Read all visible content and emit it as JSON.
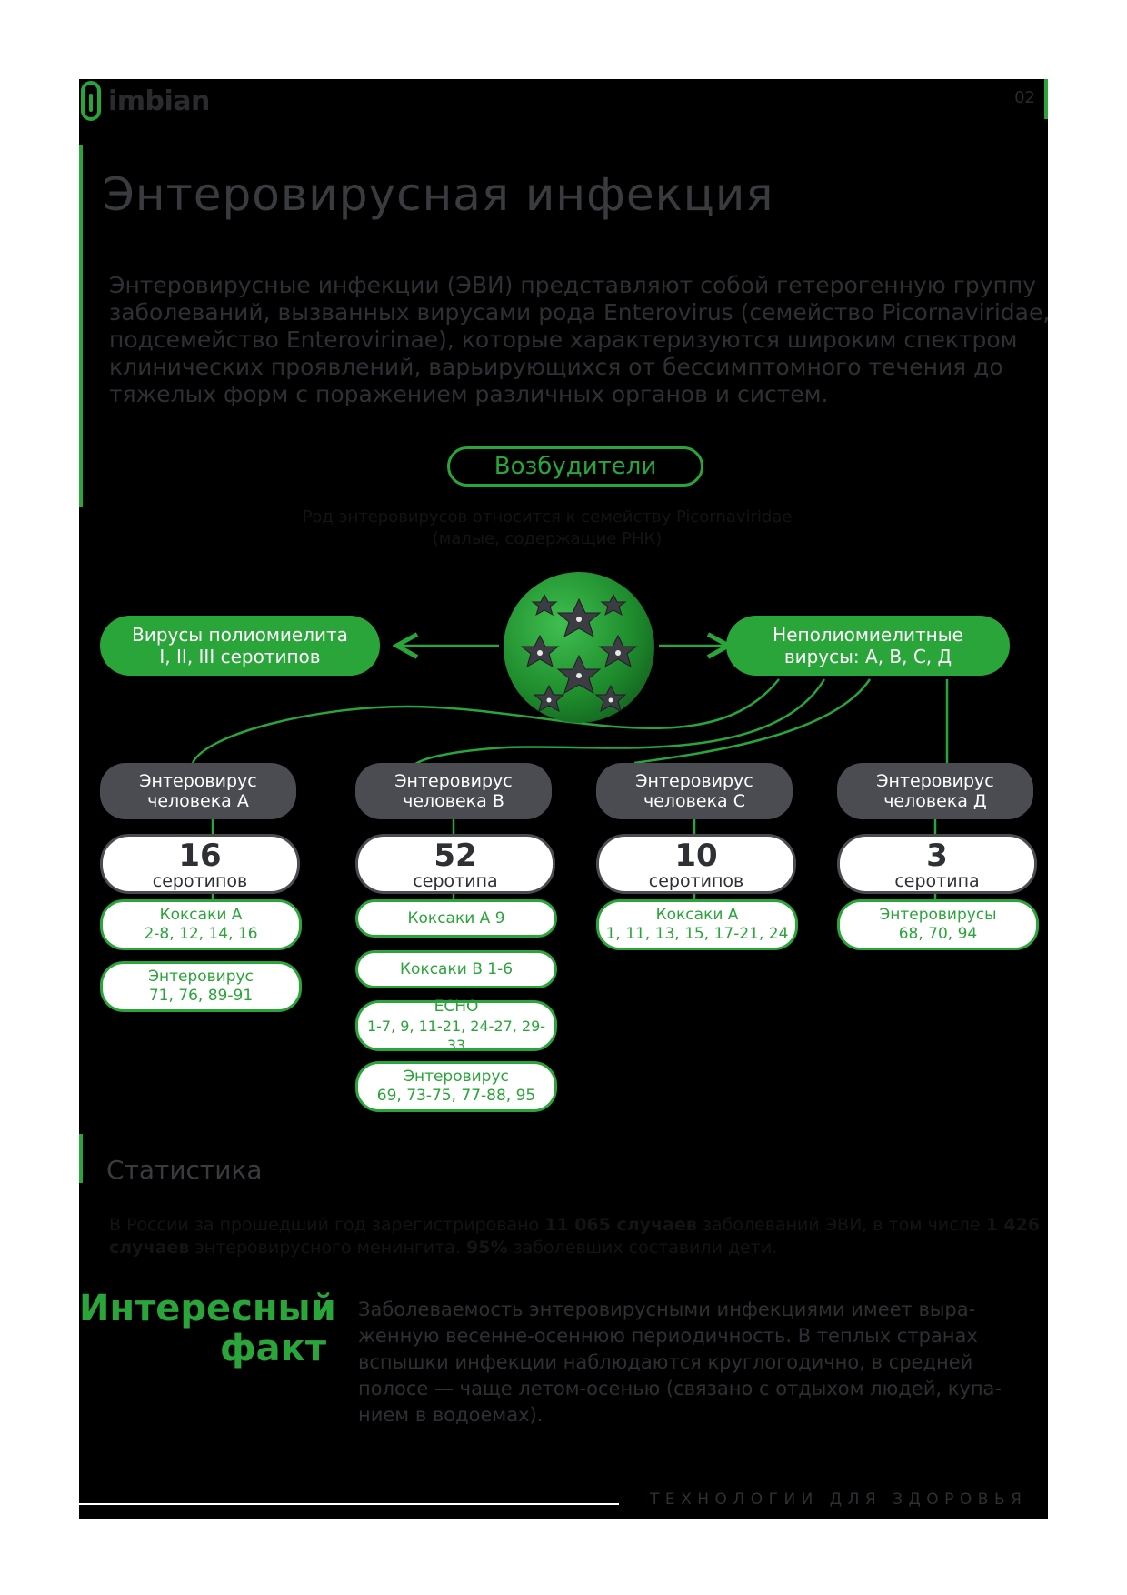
{
  "header": {
    "logo_text": "imbian",
    "page_number": "02"
  },
  "title": "Энтеровирусная инфекция",
  "intro": "Энтеровирусные инфекции (ЭВИ) представляют собой гетерогенную группу заболеваний, вызванных вирусами рода Enterovirus (семейство Picornaviridae, подсемейство Enterovirinae), которые характеризуются широким спектром клинических проявлений, варьирующихся от бессимптомного течения до тяжелых форм с поражением различных органов и систем.",
  "pathogens": {
    "title": "Возбудители",
    "subtitle_line1": "Род энтеровирусов относится к семейству Picornaviridae",
    "subtitle_line2": "(малые, содержащие РНК)",
    "left_box_line1": "Вирусы полиомиелита",
    "left_box_line2": "I, II, III серотипов",
    "right_box_line1": "Неполиомиелитные",
    "right_box_line2": "вирусы: А, В, С, Д"
  },
  "columns": [
    {
      "name_line1": "Энтеровирус",
      "name_line2": "человека А",
      "count": "16",
      "count_label": "серотипов",
      "types": [
        {
          "line1": "Коксаки А",
          "line2": "2-8, 12, 14, 16"
        },
        {
          "line1": "Энтеровирус",
          "line2": "71, 76, 89-91"
        }
      ]
    },
    {
      "name_line1": "Энтеровирус",
      "name_line2": "человека В",
      "count": "52",
      "count_label": "серотипа",
      "types": [
        {
          "line1": "Коксаки А 9",
          "line2": ""
        },
        {
          "line1": "Коксаки В 1-6",
          "line2": ""
        },
        {
          "line1": "ECHO",
          "line2": "1-7, 9, 11-21, 24-27, 29-33"
        },
        {
          "line1": "Энтеровирус",
          "line2": "69, 73-75, 77-88, 95"
        }
      ]
    },
    {
      "name_line1": "Энтеровирус",
      "name_line2": "человека С",
      "count": "10",
      "count_label": "серотипов",
      "types": [
        {
          "line1": "Коксаки А",
          "line2": "1, 11, 13, 15, 17-21, 24"
        }
      ]
    },
    {
      "name_line1": "Энтеровирус",
      "name_line2": "человека Д",
      "count": "3",
      "count_label": "серотипа",
      "types": [
        {
          "line1": "Энтеровирусы",
          "line2": "68, 70, 94"
        }
      ]
    }
  ],
  "stats": {
    "title": "Статистика",
    "p1": "В России за прошедший год зарегистрировано ",
    "b1": "11 065 случаев",
    "p2": " заболеваний ЭВИ, в том числе ",
    "b2": "1 426 случаев",
    "p3": " энтеровирусного менингита. ",
    "b3": "95%",
    "p4": " заболевших составили дети."
  },
  "fact": {
    "title_line1": "Интересный",
    "title_line2": "факт",
    "text": "Заболеваемость энтеровирусными инфекциями имеет выра-женную весенне-осеннюю периодичность. В теплых странах вспышки инфекции наблюдаются круглогодично, в средней полосе — чаще летом-осенью (связано с отдыхом людей, купа-нием в водоемах)."
  },
  "footer": {
    "slogan": "ТЕХНОЛОГИИ ДЛЯ ЗДОРОВЬЯ"
  },
  "colors": {
    "accent": "#2aa53a",
    "dark_box": "#4a4c52",
    "background": "#000000"
  }
}
